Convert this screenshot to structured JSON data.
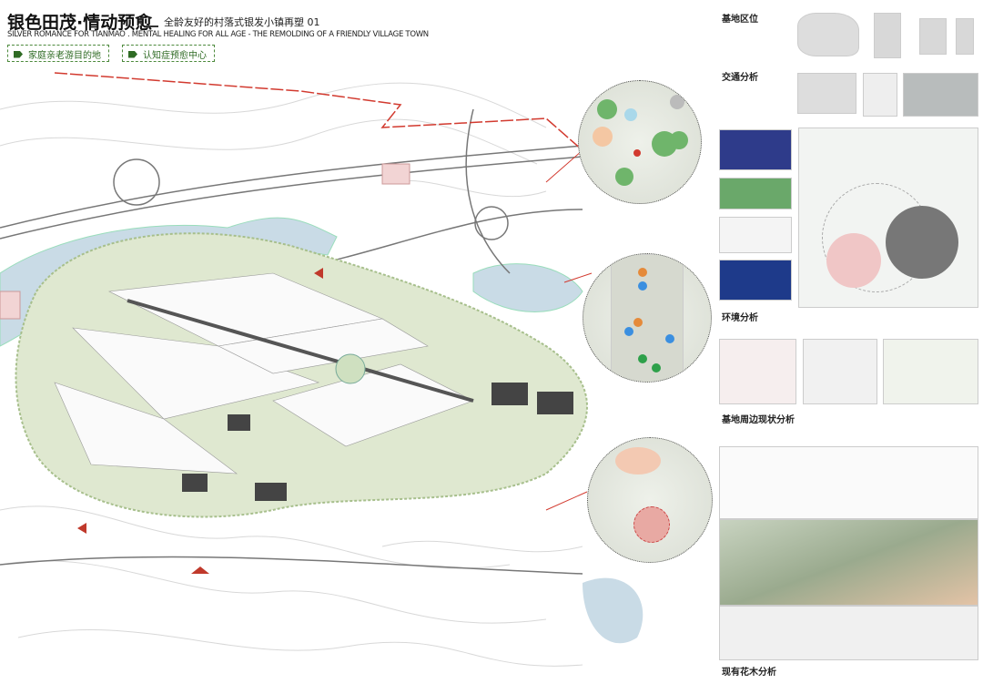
{
  "header": {
    "title": "银色田茂·情动预愈",
    "subtitle": "全龄友好的村落式银发小镇再塑 01",
    "english": "SILVER ROMANCE FOR TIANMAO . MENTAL HEALING FOR ALL AGE - THE REMOLDING OF A FRIENDLY VILLAGE TOWN",
    "tags": [
      "家庭亲老游目的地",
      "认知症预愈中心"
    ]
  },
  "sections": {
    "location": "基地区位",
    "traffic": "交通分析",
    "environment": "环境分析",
    "surroundings": "基地周边现状分析",
    "flora": "现有花木分析"
  },
  "colors": {
    "accent_green": "#2f6b24",
    "water": "#c9dbe6",
    "site_green": "#c7d7b0",
    "red_line": "#d23a2f"
  }
}
